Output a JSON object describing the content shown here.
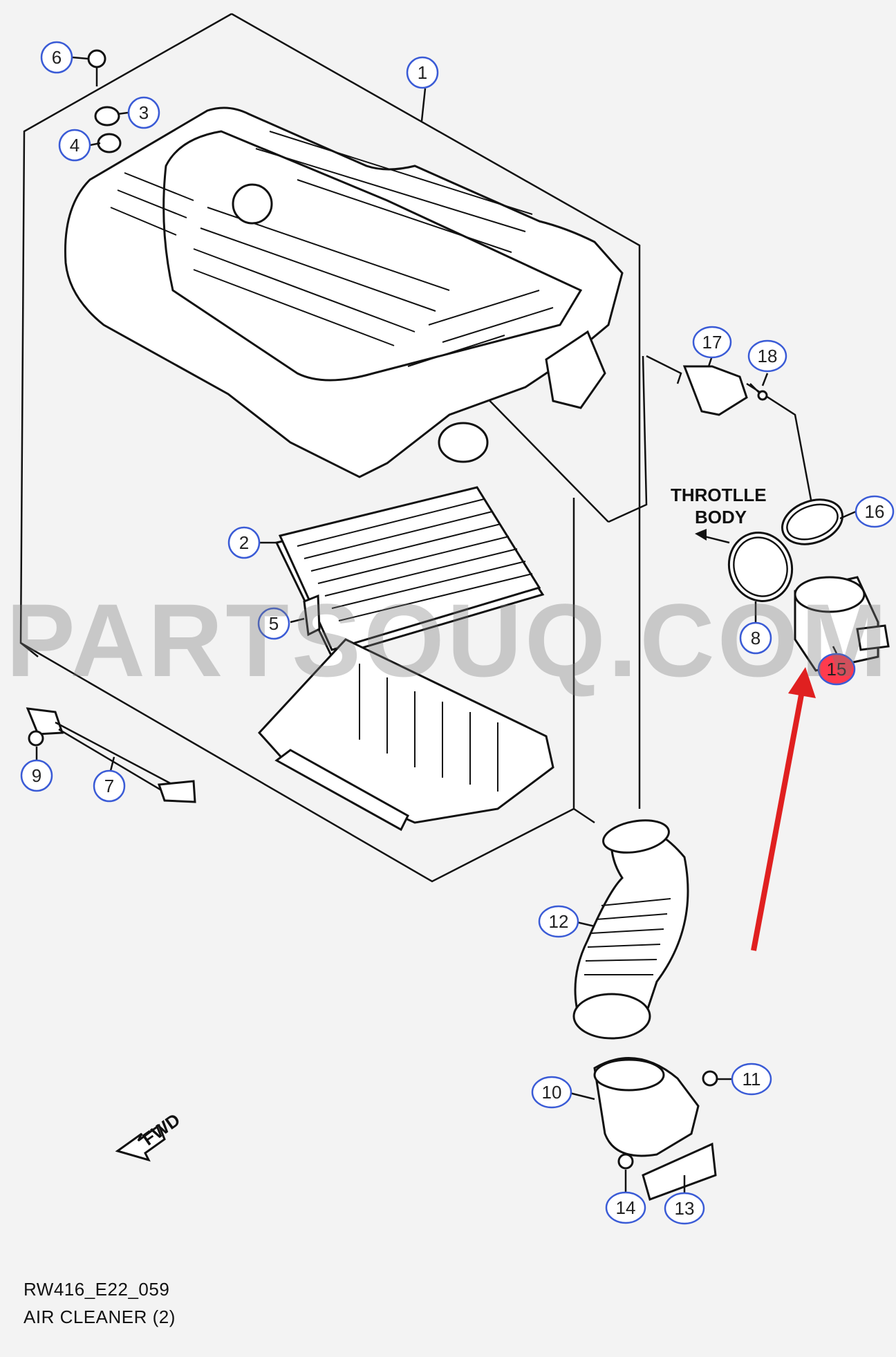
{
  "footer": {
    "code": "RW416_E22_059",
    "title": "AIR CLEANER (2)"
  },
  "watermark": "PARTSOUQ.COM",
  "labels": {
    "throttle_body_line1": "THROTLLE",
    "throttle_body_line2": "BODY",
    "fwd": "FWD"
  },
  "callouts": [
    {
      "id": "1",
      "text": "1"
    },
    {
      "id": "2",
      "text": "2"
    },
    {
      "id": "3",
      "text": "3"
    },
    {
      "id": "4",
      "text": "4"
    },
    {
      "id": "5",
      "text": "5"
    },
    {
      "id": "6",
      "text": "6"
    },
    {
      "id": "7",
      "text": "7"
    },
    {
      "id": "8",
      "text": "8"
    },
    {
      "id": "9",
      "text": "9"
    },
    {
      "id": "10",
      "text": "10"
    },
    {
      "id": "11",
      "text": "11"
    },
    {
      "id": "12",
      "text": "12"
    },
    {
      "id": "13",
      "text": "13"
    },
    {
      "id": "14",
      "text": "14"
    },
    {
      "id": "15",
      "text": "15",
      "highlighted": true
    },
    {
      "id": "16",
      "text": "16"
    },
    {
      "id": "17",
      "text": "17"
    },
    {
      "id": "18",
      "text": "18"
    }
  ],
  "colors": {
    "callout_border": "#3a5bd6",
    "highlight_fill": "#ff3b4e",
    "arrow": "#e02020"
  }
}
